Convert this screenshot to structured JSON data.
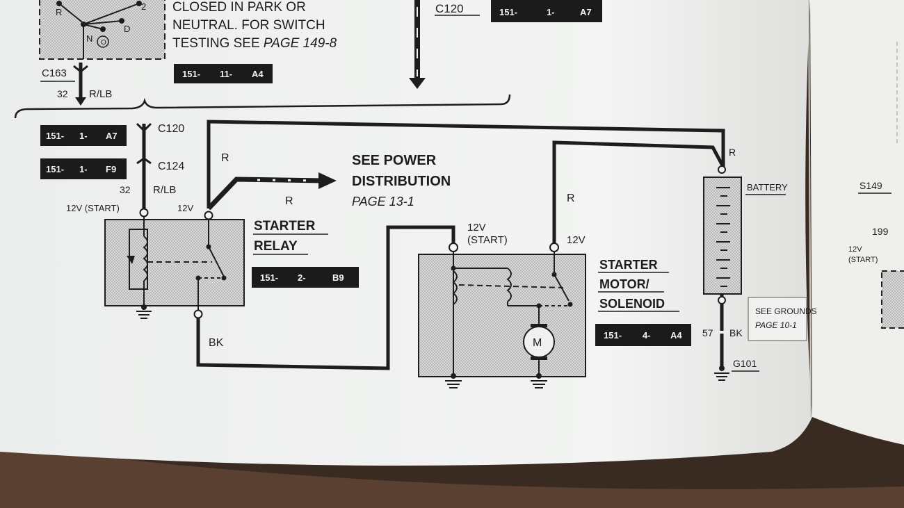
{
  "top_note": {
    "line1": "CLOSED IN PARK OR",
    "line2": "NEUTRAL. FOR SWITCH",
    "line3": "TESTING SEE",
    "line3_page": "PAGE 149-8"
  },
  "switch_positions": [
    "R",
    "2",
    "N",
    "D"
  ],
  "connectors": {
    "c163": "C163",
    "c120_top": "C120",
    "c120": "C120",
    "c124": "C124"
  },
  "location_codes": {
    "top_right": [
      "151-",
      "1-",
      "A7"
    ],
    "top_mid": [
      "151-",
      "11-",
      "A4"
    ],
    "left_c120": [
      "151-",
      "1-",
      "A7"
    ],
    "left_c124": [
      "151-",
      "1-",
      "F9"
    ],
    "relay": [
      "151-",
      "2-",
      "B9"
    ],
    "motor": [
      "151-",
      "4-",
      "A4"
    ]
  },
  "wires": {
    "circuit_32_top": "32",
    "rlb_top": "R/LB",
    "circuit_32": "32",
    "rlb": "R/LB",
    "r_left": "R",
    "r_power": "R",
    "r_motor": "R",
    "r_battery": "R",
    "bk_relay": "BK",
    "circuit_57": "57",
    "bk_ground": "BK"
  },
  "terminals": {
    "relay_12v_start": "12V (START)",
    "relay_12v": "12V",
    "motor_12v_start_a": "12V",
    "motor_12v_start_b": "(START)",
    "motor_12v": "12V"
  },
  "power_ref": {
    "line1": "SEE POWER",
    "line2": "DISTRIBUTION",
    "page": "PAGE 13-1"
  },
  "components": {
    "relay_a": "STARTER",
    "relay_b": "RELAY",
    "motor_a": "STARTER",
    "motor_b": "MOTOR/",
    "motor_c": "SOLENOID",
    "motor_symbol": "M",
    "battery": "BATTERY"
  },
  "ground_ref": {
    "line1": "SEE GROUNDS",
    "line2": "PAGE 10-1"
  },
  "ground_id": "G101",
  "right_page": {
    "s149": "S149",
    "n199": "199",
    "v12": "12V",
    "start": "(START)"
  }
}
